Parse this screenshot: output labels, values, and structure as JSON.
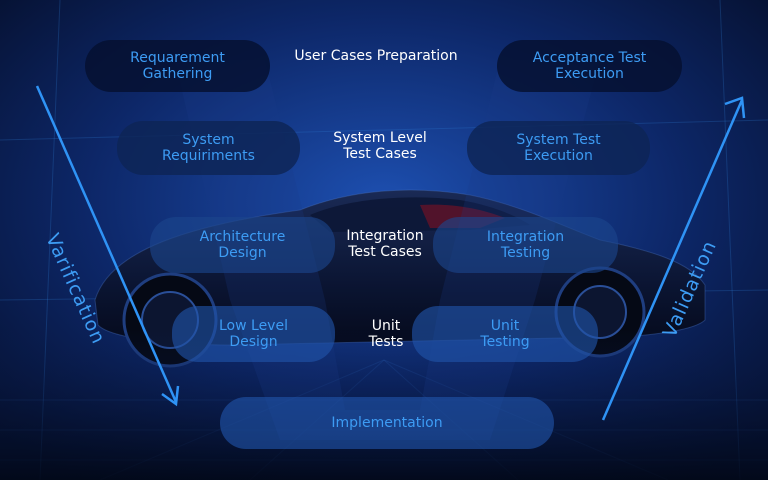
{
  "colors": {
    "accent": "#3d9cf4",
    "mid_label": "#ffffff",
    "background": "#071639"
  },
  "left_column": [
    {
      "id": "requirement-gathering",
      "label": "Requarement\nGathering"
    },
    {
      "id": "system-requirements",
      "label": "System\nRequiriments"
    },
    {
      "id": "architecture-design",
      "label": "Architecture\nDesign"
    },
    {
      "id": "low-level-design",
      "label": "Low Level\nDesign"
    }
  ],
  "right_column": [
    {
      "id": "acceptance-test-execution",
      "label": "Acceptance Test\nExecution"
    },
    {
      "id": "system-test-execution",
      "label": "System Test\nExecution"
    },
    {
      "id": "integration-testing",
      "label": "Integration\nTesting"
    },
    {
      "id": "unit-testing",
      "label": "Unit\nTesting"
    }
  ],
  "center_labels": [
    {
      "id": "user-cases-preparation",
      "label": "User Cases Preparation"
    },
    {
      "id": "system-level-test-cases",
      "label": "System Level\nTest Cases"
    },
    {
      "id": "integration-test-cases",
      "label": "Integration\nTest Cases"
    },
    {
      "id": "unit-tests",
      "label": "Unit\nTests"
    }
  ],
  "bottom": {
    "label": "Implementation"
  },
  "verification_label": "Varification",
  "validation_label": "Validation",
  "icons": {
    "verification_arrow": "arrow-down-right-icon",
    "validation_arrow": "arrow-up-right-icon"
  }
}
